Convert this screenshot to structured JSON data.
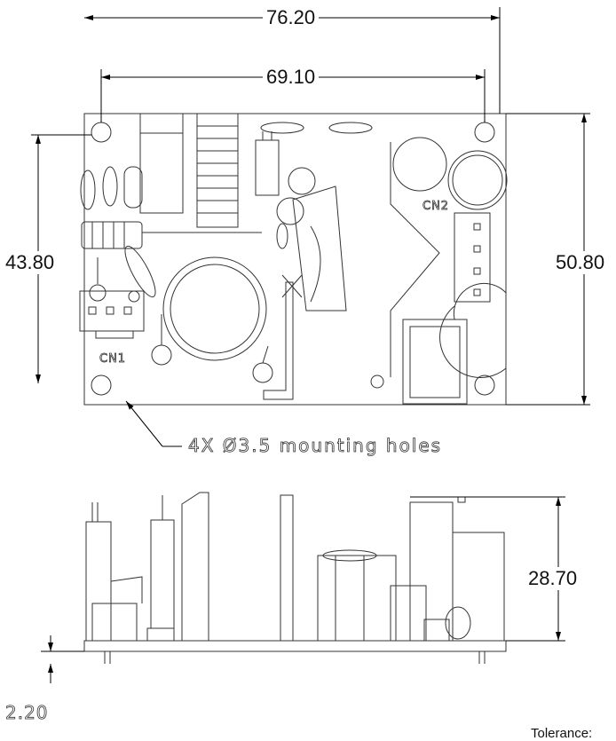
{
  "dimensions": {
    "overall_width": "76.20",
    "hole_spacing_width": "69.10",
    "hole_spacing_height": "43.80",
    "overall_height": "50.80",
    "component_height": "28.70",
    "board_clearance": "2.20"
  },
  "labels": {
    "connector_1": "CN1",
    "connector_2": "CN2",
    "mounting_holes_note": "4X  Ø3.5  mounting holes"
  },
  "footer": {
    "tolerance_label": "Tolerance:"
  }
}
